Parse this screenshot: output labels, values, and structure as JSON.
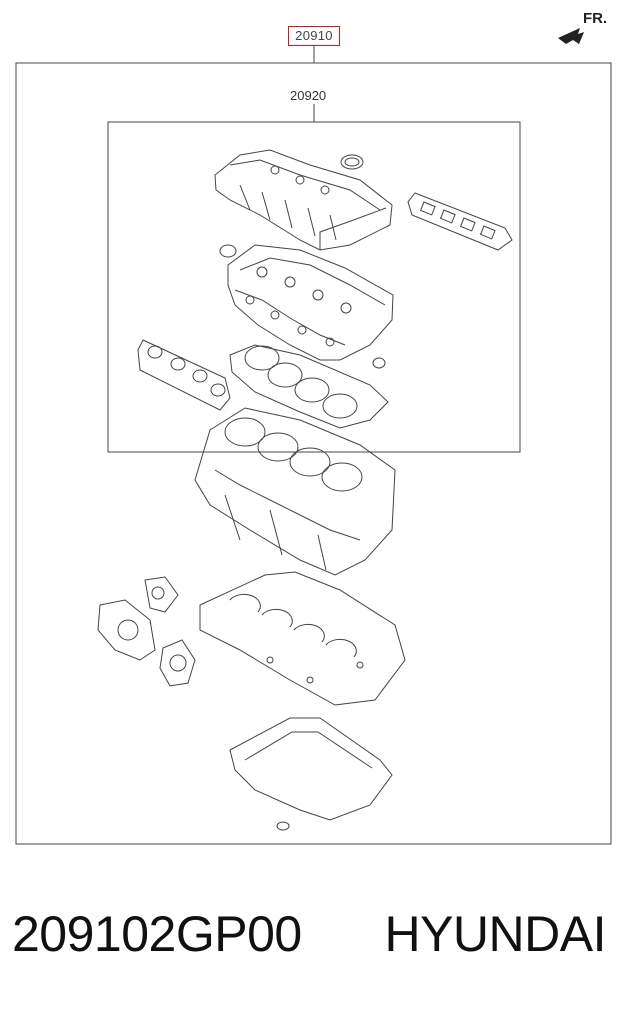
{
  "diagram": {
    "main_part_ref": "20910",
    "sub_part_ref": "20920",
    "direction_label": "FR.",
    "ref_box_color": "#d11a1a"
  },
  "footer": {
    "part_number": "209102GP00",
    "brand": "HYUNDAI"
  },
  "icons": {
    "direction_arrow": "front-direction-arrow-icon"
  }
}
